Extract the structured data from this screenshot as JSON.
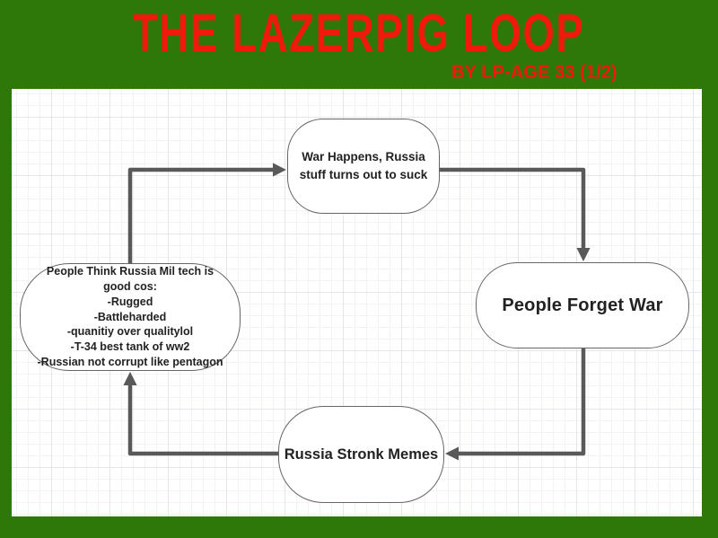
{
  "header": {
    "title": "THE LAZERPIG LOOP",
    "subtitle": "BY LP-AGE 33 (1/2)"
  },
  "colors": {
    "background_green": "#2d7809",
    "title_red": "#ef1a0b",
    "canvas_white": "#ffffff",
    "grid_minor": "#f1f3f5",
    "grid_major": "#e3e6ea",
    "node_fill": "#ffffff",
    "node_border": "#666666",
    "node_text": "#222222",
    "arrow": "#595959"
  },
  "diagram": {
    "type": "cycle-flowchart",
    "nodes": {
      "top": {
        "label": "War Happens, Russia\nstuff turns out to suck"
      },
      "right": {
        "label": "People Forget War"
      },
      "bottom": {
        "label": "Russia Stronk Memes"
      },
      "left": {
        "label": "People Think Russia Mil tech is\ngood cos:\n-Rugged\n-Battleharded\n-quanitiy over qualitylol\n-T-34 best tank of ww2\n-Russian not corrupt like pentagon"
      }
    },
    "edges": [
      {
        "from": "left",
        "to": "top"
      },
      {
        "from": "top",
        "to": "right"
      },
      {
        "from": "right",
        "to": "bottom"
      },
      {
        "from": "bottom",
        "to": "left"
      }
    ]
  }
}
